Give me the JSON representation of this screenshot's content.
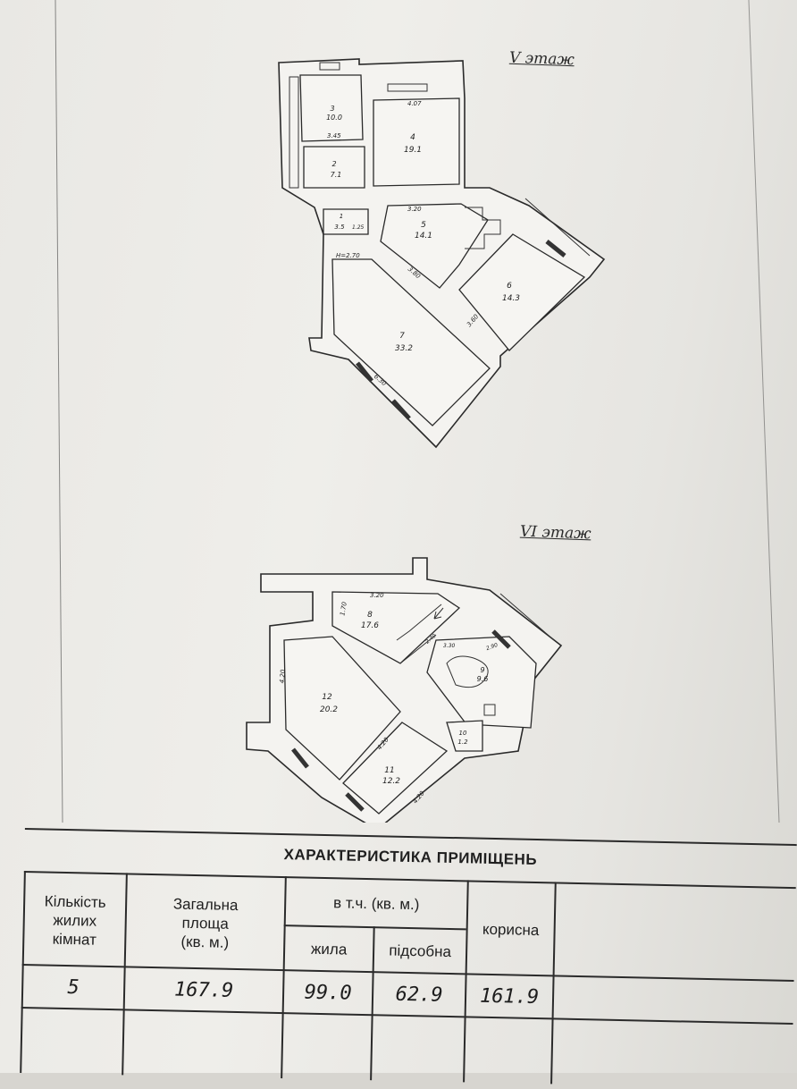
{
  "floors": {
    "upper": {
      "label": "V эmaж",
      "rooms": [
        {
          "no": "3",
          "area": "10.0"
        },
        {
          "no": "4",
          "area": "19.1"
        },
        {
          "no": "2",
          "area": "7.1"
        },
        {
          "no": "1",
          "area": "3.5"
        },
        {
          "no": "5",
          "area": "14.1"
        },
        {
          "no": "6",
          "area": "14.3"
        },
        {
          "no": "7",
          "area": "33.2"
        }
      ],
      "dims": [
        "4.07",
        "3.45",
        "3.20",
        "H=2.70",
        "3.80",
        "3.60",
        "6.30",
        "1.25"
      ]
    },
    "lower": {
      "label": "VI эmaж",
      "rooms": [
        {
          "no": "8",
          "area": "17.6"
        },
        {
          "no": "9",
          "area": "9.6"
        },
        {
          "no": "10",
          "area": "1.2"
        },
        {
          "no": "11",
          "area": "12.2"
        },
        {
          "no": "12",
          "area": "20.2"
        }
      ],
      "dims": [
        "3.20",
        "1.70",
        "2.40",
        "3.30",
        "2.90",
        "4.20",
        "4.20",
        "4.20"
      ]
    }
  },
  "table": {
    "title": "ХАРАКТЕРИСТИКА ПРИМІЩЕНЬ",
    "headers": {
      "rooms": [
        "Кількість",
        "жилих",
        "кімнат"
      ],
      "total": [
        "Загальна",
        "площа",
        "(кв. м.)"
      ],
      "incl": "в т.ч. (кв. м.)",
      "living": "жила",
      "aux": "підсобна",
      "useful": "корисна"
    },
    "values": {
      "rooms": "5",
      "total": "167.9",
      "living": "99.0",
      "aux": "62.9",
      "useful": "161.9"
    }
  }
}
